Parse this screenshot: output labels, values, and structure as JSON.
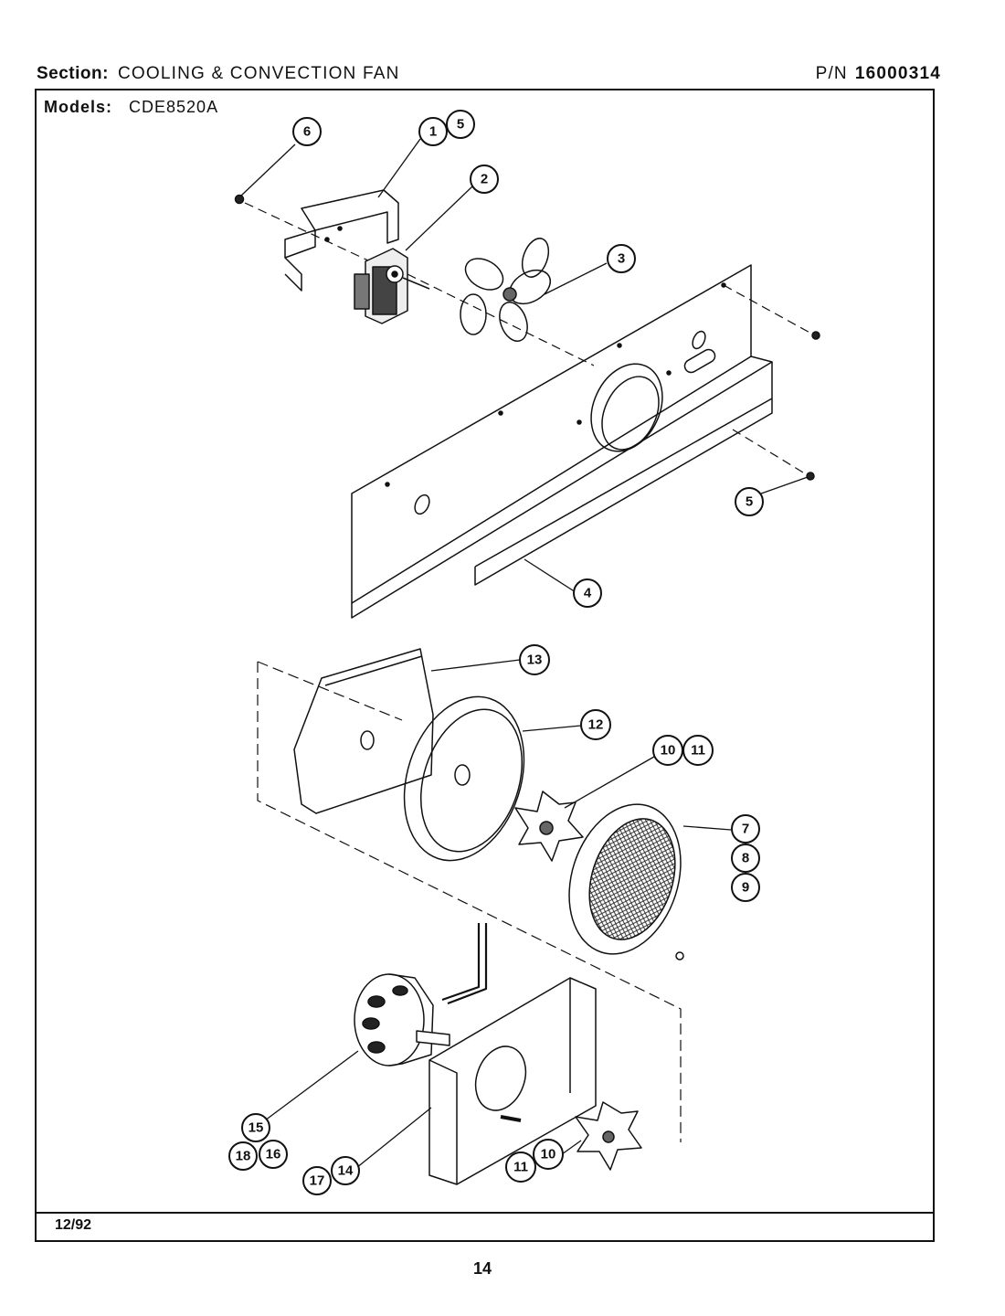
{
  "header": {
    "section_label": "Section:",
    "section_value": "COOLING & CONVECTION FAN",
    "pn_label": "P/N",
    "pn_value": "16000314"
  },
  "models": {
    "label": "Models:",
    "value": "CDE8520A"
  },
  "callouts": {
    "c1": "1",
    "c2": "2",
    "c3": "3",
    "c4": "4",
    "c5a": "5",
    "c5b": "5",
    "c6": "6",
    "c7": "7",
    "c8": "8",
    "c9": "9",
    "c10a": "10",
    "c10b": "10",
    "c11a": "11",
    "c11b": "11",
    "c12": "12",
    "c13": "13",
    "c14": "14",
    "c15": "15",
    "c16": "16",
    "c17": "17",
    "c18": "18"
  },
  "footer": {
    "date": "12/92",
    "page": "14"
  }
}
